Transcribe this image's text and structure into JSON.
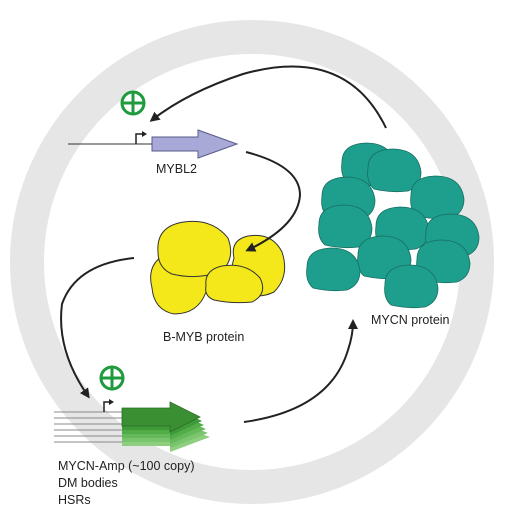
{
  "labels": {
    "gene_top": "MYBL2",
    "protein_center": "B-MYB protein",
    "protein_right": "MYCN protein",
    "amp_line1": "MYCN-Amp (~100 copy)",
    "amp_line2": "DM bodies",
    "amp_line3": "HSRs"
  },
  "icons": {
    "activation_top": "plus-circle-icon",
    "activation_bottom": "plus-circle-icon",
    "promoter": "bent-arrow-icon"
  },
  "colors": {
    "ring": "#e6e6e6",
    "mybl2_arrow": "#a9a9d8",
    "mycn_arrow": "#3f9a3a",
    "bmyb_protein": "#f4e81b",
    "mycn_protein": "#1e9e8c",
    "plus_symbol": "#1f9a3c",
    "flow_arrows": "#222222"
  }
}
